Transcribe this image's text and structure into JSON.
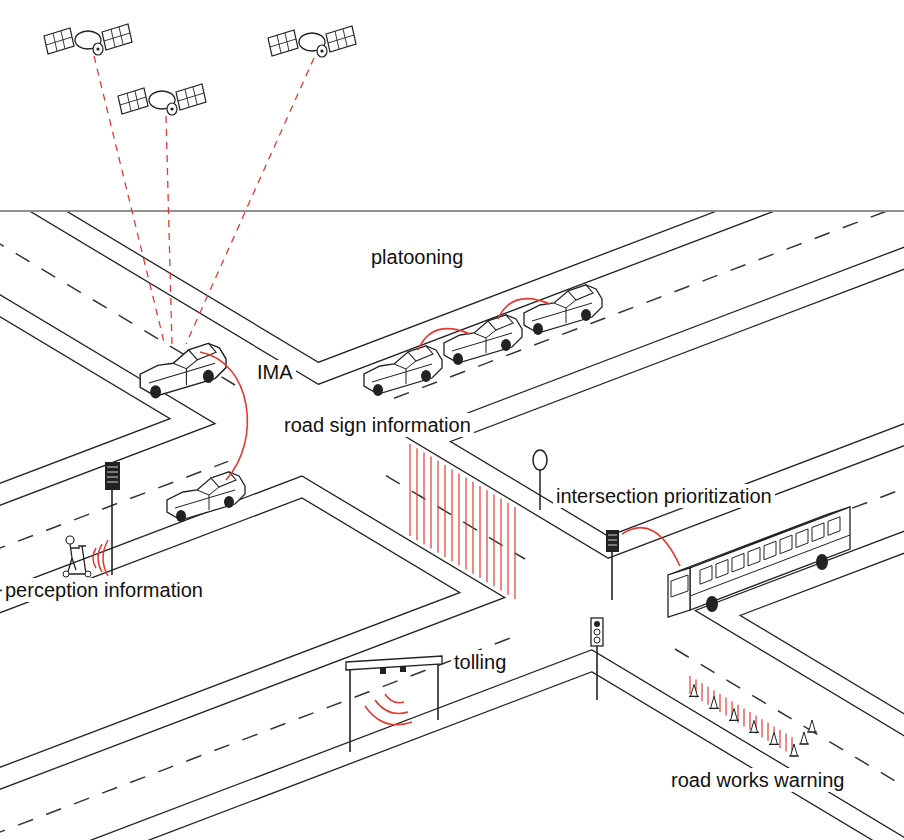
{
  "diagram": {
    "labels": [
      "platooning",
      "IMA",
      "road sign information",
      "intersection prioritization",
      "perception information",
      "tolling",
      "road works warning"
    ]
  }
}
